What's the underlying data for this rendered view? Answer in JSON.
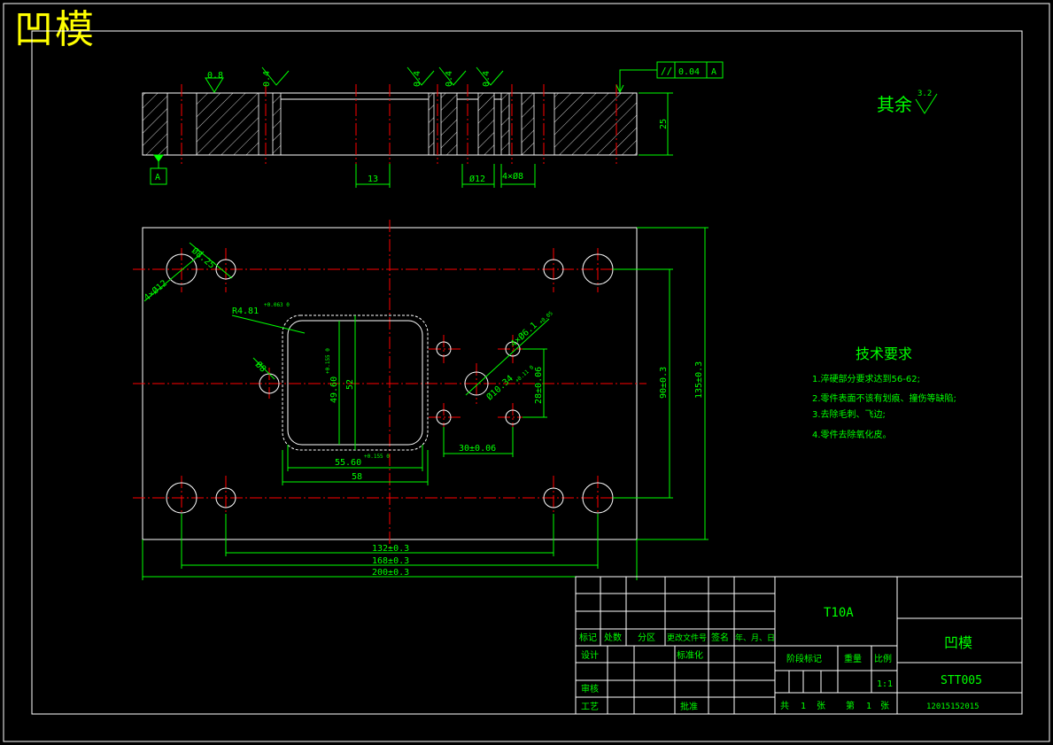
{
  "corner_title": "凹模",
  "surface_finish": {
    "rest_label": "其余",
    "rest_value": "3.2",
    "marks": [
      "0.8",
      "0.4",
      "0.4",
      "0.4",
      "0.4"
    ]
  },
  "tolerance_frame": {
    "symbol": "//",
    "value": "0.04",
    "datum": "A"
  },
  "datum_label": "A",
  "section_dims": {
    "thickness": "25",
    "d13": "13",
    "d12": "Ø12",
    "d4x": "4×Ø8"
  },
  "plan_dims": {
    "hole_big": "Ø8.25",
    "hole_4x": "4×Ø12",
    "radius_note": "R4.81",
    "radius_tol": "+0.063 0",
    "hole_left": "Ø8",
    "inner_h": "49.60",
    "inner_h_tol": "+0.155 0",
    "outer_h": "52",
    "hole_right": "Ø10.34",
    "hole_right_tol": "+0.11 0",
    "small_holes": "4×Ø6.1",
    "small_holes_tol": "+0.05",
    "h_28": "28±0.06",
    "w_30": "30±0.06",
    "inner_w": "55.60",
    "inner_w_tol": "+0.155 0",
    "outer_w": "58",
    "h_90": "90±0.3",
    "h_135": "135±0.3",
    "w_132": "132±0.3",
    "w_168": "168±0.3",
    "w_200": "200±0.3"
  },
  "tech_req": {
    "title": "技术要求",
    "items": [
      "1.淬硬部分要求达到56-62;",
      "2.零件表面不该有划痕、撞伤等缺陷;",
      "3.去除毛刺、飞边;",
      "4.零件去除氧化皮。"
    ]
  },
  "title_block": {
    "material": "T10A",
    "part_name": "凹模",
    "drawing_no": "STT005",
    "student_no": "12015152015",
    "headers": [
      "标记",
      "处数",
      "分区",
      "更改文件号",
      "签名",
      "年、月、日"
    ],
    "design": "设计",
    "standardize": "标准化",
    "review": "审核",
    "process": "工艺",
    "approve": "批准",
    "stage": "阶段标记",
    "weight": "重量",
    "scale_label": "比例",
    "scale": "1:1",
    "total": "共",
    "total_n": "1",
    "sheet": "张",
    "page": "第",
    "page_n": "1",
    "page_sheet": "张"
  },
  "colors": {
    "outline": "#ffffff",
    "dim": "#00ff00",
    "center": "#ff0000",
    "title": "#ffff00"
  }
}
